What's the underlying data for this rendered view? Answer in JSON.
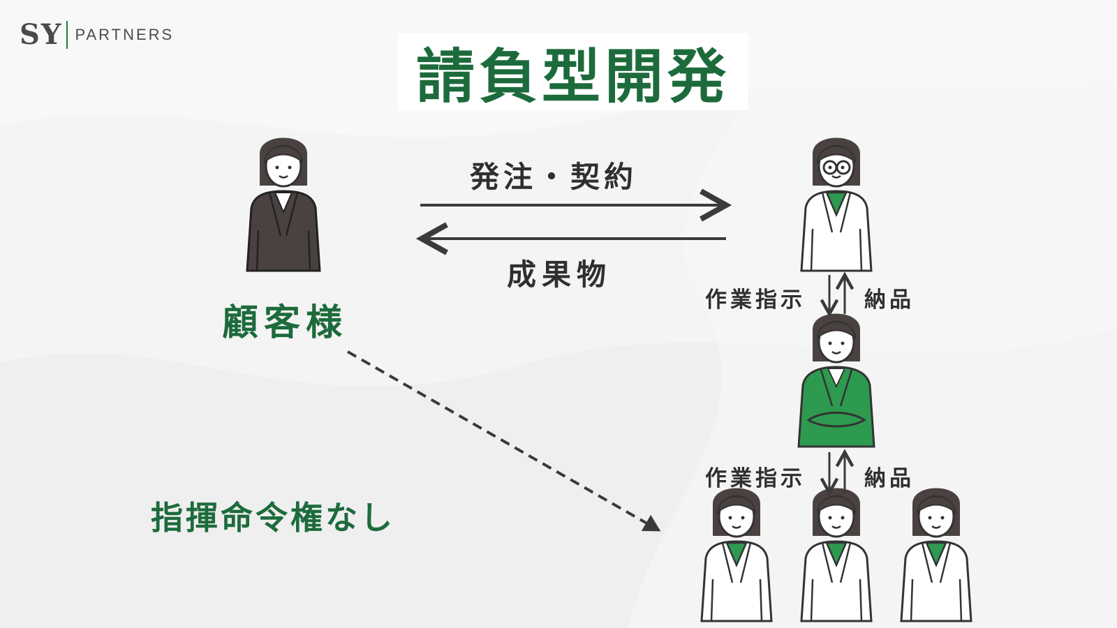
{
  "brand": {
    "mark": "SY",
    "name": "PARTNERS"
  },
  "title": "請負型開発",
  "nodes": {
    "client": "顧客様"
  },
  "arrows": {
    "order": "発注・契約",
    "deliverable": "成果物",
    "instruction_top": "作業指示",
    "delivery_top": "納品",
    "instruction_bottom": "作業指示",
    "delivery_bottom": "納品"
  },
  "note": "指揮命令権なし",
  "colors": {
    "green": "#1d6b3c",
    "accent_green": "#2e9a50",
    "dark": "#3a3a3a",
    "suit": "#4a4240"
  }
}
